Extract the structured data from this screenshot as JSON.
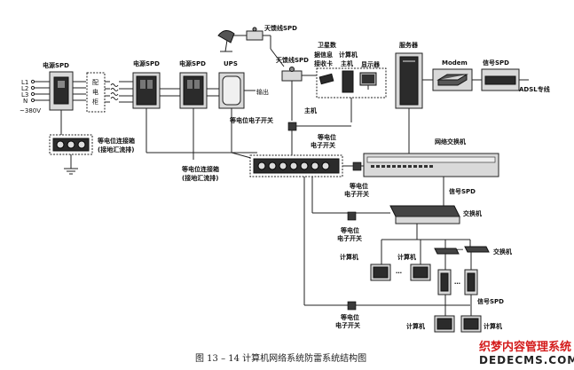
{
  "labels": {
    "power_spd_1": "电源SPD",
    "power_spd_2": "电源SPD",
    "power_spd_3": "电源SPD",
    "l1": "L1",
    "l2": "L2",
    "l3": "L3",
    "n": "N",
    "voltage": "~380V",
    "dist_cab": "配电柜",
    "ups": "UPS",
    "output": "输出",
    "antenna_spd_top": "天馈线SPD",
    "antenna_spd_mid": "天馈线SPD",
    "satellite_1": "卫星数",
    "satellite_2": "据信息",
    "satellite_3": "接收卡",
    "computer_host_1": "计算机",
    "computer_host_2": "主机",
    "display": "显示器",
    "server": "服务器",
    "modem": "Modem",
    "signal_spd_top": "信号SPD",
    "adsl": "ADSL专线",
    "host": "主机",
    "equip_switch_1": "等电位电子开关",
    "eq_box_left_1": "等电位连接箱",
    "eq_box_left_2": "(接地汇流排)",
    "eq_box_mid_1": "等电位连接箱",
    "eq_box_mid_2": "(接地汇流排)",
    "equip_switch_2a": "等电位",
    "equip_switch_2b": "电子开关",
    "net_switch": "网络交换机",
    "equip_switch_3a": "等电位",
    "equip_switch_3b": "电子开关",
    "signal_spd_mid": "信号SPD",
    "switch_main": "交换机",
    "equip_switch_4a": "等电位",
    "equip_switch_4b": "电子开关",
    "switch_right": "交换机",
    "computer_a": "计算机",
    "computer_b": "计算机",
    "dots_1": "…",
    "dots_2": "…",
    "dots_3": "…",
    "signal_spd_bottom": "信号SPD",
    "equip_switch_5a": "等电位",
    "equip_switch_5b": "电子开关",
    "computer_c": "计算机",
    "computer_d": "计算机"
  },
  "caption": "图 13 – 14    计算机网络系统防雷系统结构图",
  "watermark": {
    "line1": "织梦内容管理系统",
    "line2": "DEDECMS.COM"
  },
  "colors": {
    "line": "#222222",
    "device_fill": "#d9d9d9",
    "dark_fill": "#2b2b2b",
    "watermark_red": "#d41c1c"
  }
}
